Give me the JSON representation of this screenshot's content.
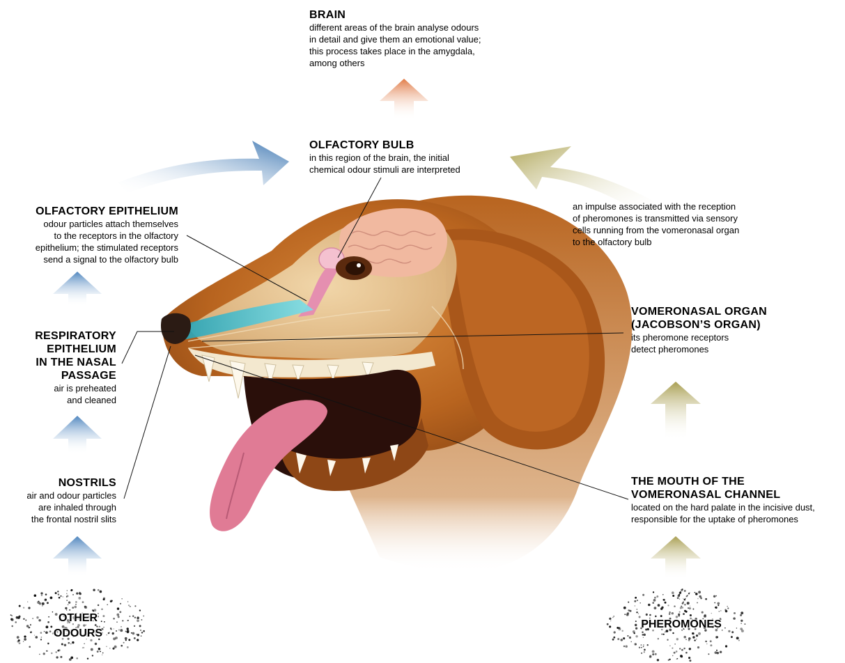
{
  "colors": {
    "blue_arrow": "#5b8fc2",
    "orange_arrow": "#e2804f",
    "olive_arrow": "#b7ad62",
    "dog_fur": "#c8742c",
    "tongue": "#e17b93",
    "cyan_passage": "#2fb6c9"
  },
  "brain": {
    "title": "BRAIN",
    "desc": "different areas of the brain analyse odours\nin detail and give them an emotional value;\nthis process takes place in the amygdala,\namong others"
  },
  "olfactory_bulb": {
    "title": "OLFACTORY BULB",
    "desc": "in this region of the brain, the initial\nchemical odour stimuli are interpreted"
  },
  "pheromone_impulse": {
    "desc": "an impulse associated with the reception\nof pheromones is transmitted via sensory\ncells running from the vomeronasal organ\nto the olfactory bulb"
  },
  "olfactory_epithelium": {
    "title": "OLFACTORY EPITHELIUM",
    "desc": "odour particles attach themselves\nto the receptors in the olfactory\nepithelium; the stimulated receptors\nsend a signal to the olfactory bulb"
  },
  "respiratory_epithelium": {
    "title_lines": [
      "RESPIRATORY",
      "EPITHELIUM",
      "IN THE NASAL",
      "PASSAGE"
    ],
    "desc": "air is preheated\nand cleaned"
  },
  "nostrils": {
    "title": "NOSTRILS",
    "desc": "air and odour particles\nare inhaled through\nthe frontal nostril slits"
  },
  "vomeronasal_organ": {
    "title_lines": [
      "VOMERONASAL ORGAN",
      "(JACOBSON’S ORGAN)"
    ],
    "desc": "its pheromone receptors\ndetect pheromones"
  },
  "vomeronasal_channel": {
    "title_lines": [
      "THE MOUTH OF THE",
      "VOMERONASAL CHANNEL"
    ],
    "desc": "located on the hard palate in the incisive dust,\nresponsible for the uptake of pheromones"
  },
  "other_odours": {
    "lines": [
      "OTHER",
      "ODOURS"
    ]
  },
  "pheromones": {
    "label": "PHEROMONES"
  }
}
